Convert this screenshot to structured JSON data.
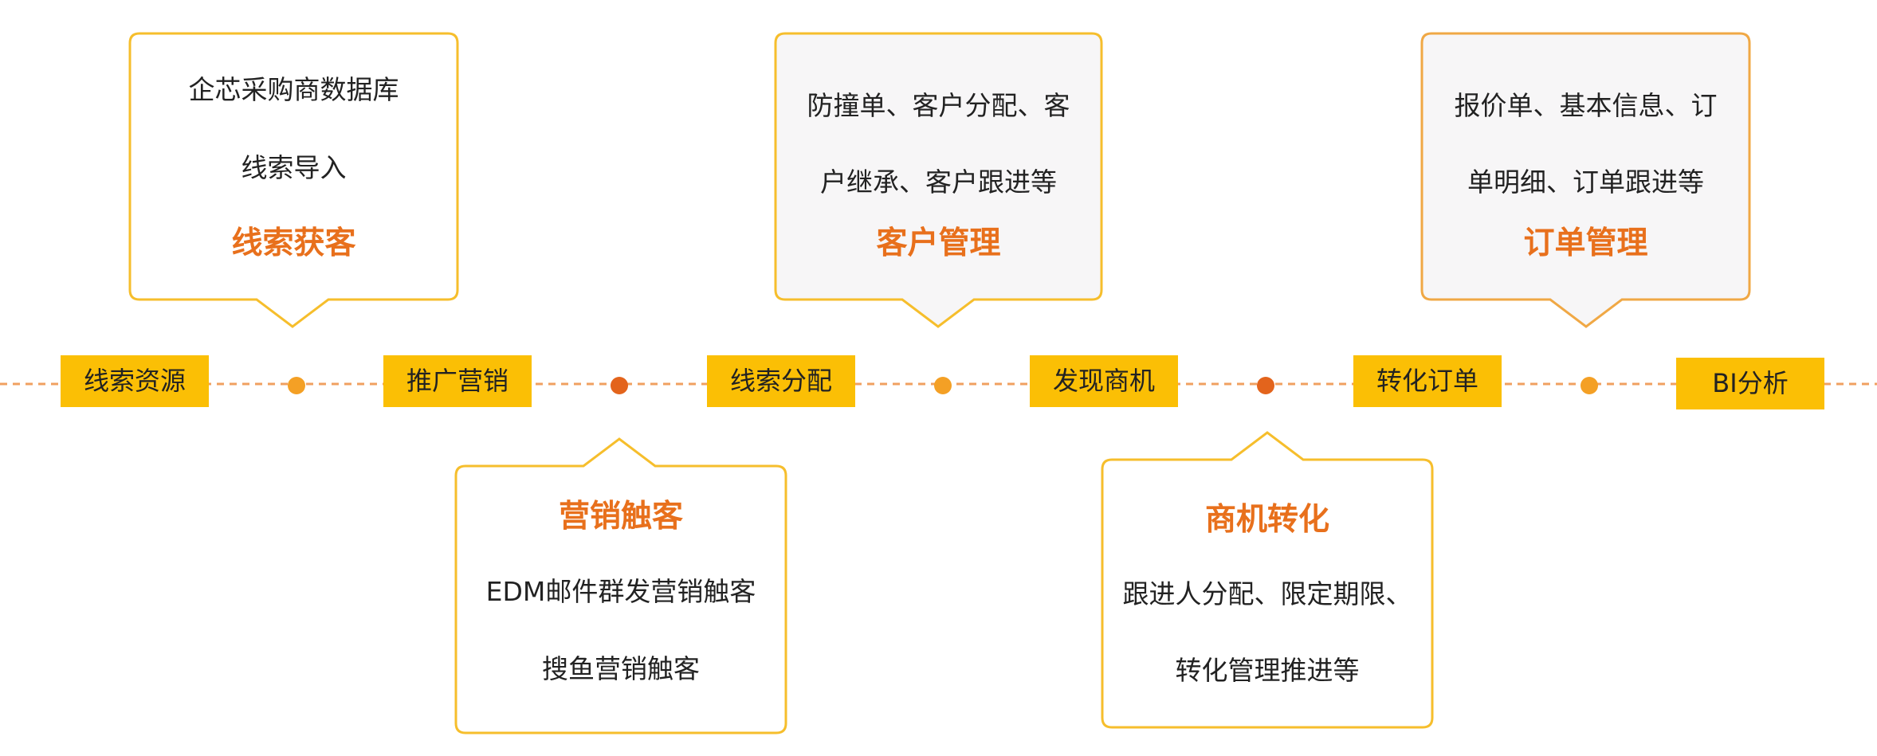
{
  "stages": [
    {
      "label": "线索资源"
    },
    {
      "label": "推广营销"
    },
    {
      "label": "线索分配"
    },
    {
      "label": "发现商机"
    },
    {
      "label": "转化订单"
    },
    {
      "label": "BI分析"
    }
  ],
  "callouts": [
    {
      "title": "线索获客",
      "lines": [
        "企芯采购商数据库",
        "线索导入"
      ]
    },
    {
      "title": "营销触客",
      "lines": [
        "EDM邮件群发营销触客",
        "搜鱼营销触客"
      ]
    },
    {
      "title": "客户管理",
      "lines": [
        "防撞单、客户分配、客",
        "户继承、客户跟进等"
      ]
    },
    {
      "title": "商机转化",
      "lines": [
        "跟进人分配、限定期限、",
        "转化管理推进等"
      ]
    },
    {
      "title": "订单管理",
      "lines": [
        "报价单、基本信息、订",
        "单明细、订单跟进等"
      ]
    }
  ],
  "colors": {
    "accent_orange": "#e8701c",
    "stage_yellow": "#fbbf05",
    "box_border": "#f6be2c",
    "dot_dark": "#e3641c",
    "dot_light": "#f4a025"
  }
}
